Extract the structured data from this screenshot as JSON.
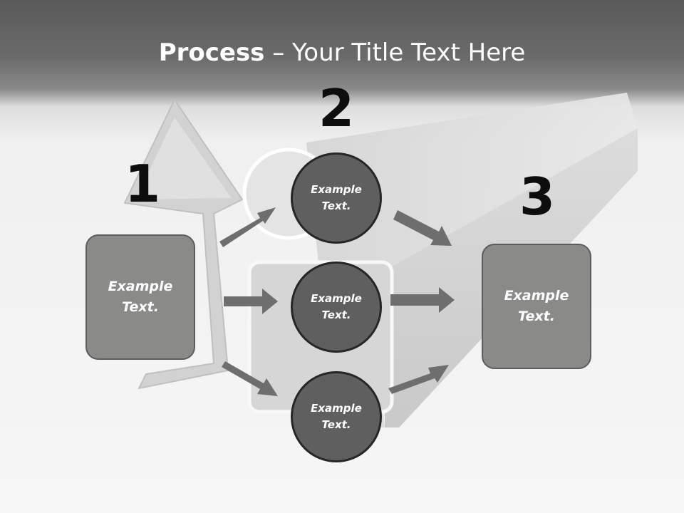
{
  "title": {
    "strong": "Process",
    "rest": " – Your Title Text Here"
  },
  "steps": [
    {
      "number": "1"
    },
    {
      "number": "2"
    },
    {
      "number": "3"
    }
  ],
  "boxes": {
    "left": {
      "line1": "Example",
      "line2": "Text."
    },
    "right": {
      "line1": "Example",
      "line2": "Text."
    }
  },
  "circles": [
    {
      "line1": "Example",
      "line2": "Text."
    },
    {
      "line1": "Example",
      "line2": "Text."
    },
    {
      "line1": "Example",
      "line2": "Text."
    }
  ],
  "colors": {
    "header": "#5a5a5a",
    "box_fill": "#8a8a88",
    "circle_fill": "#5f5f5f",
    "arrow": "#6e6e6e",
    "number": "#0d0d0d"
  }
}
